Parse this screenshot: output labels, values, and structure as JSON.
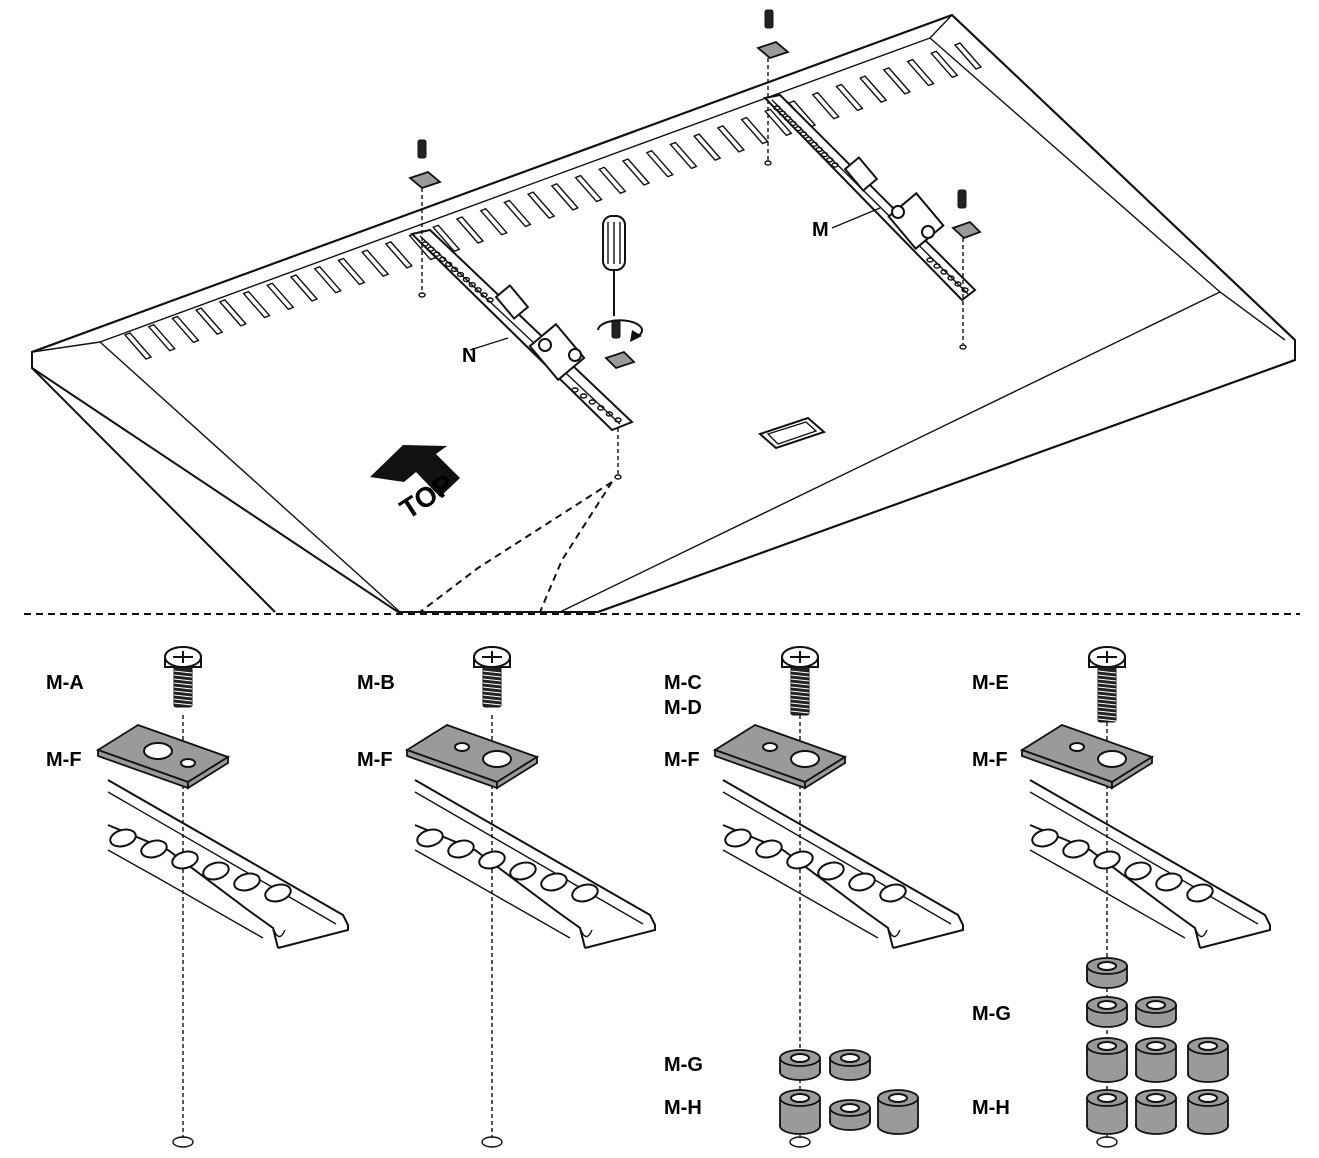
{
  "main_view": {
    "bracket_left_label": "N",
    "bracket_right_label": "M",
    "direction_label": "TOP"
  },
  "options": [
    {
      "bolt_label": "M-A",
      "bolt_label_2": "",
      "plate_label": "M-F",
      "spacer_g_label": "",
      "spacer_h_label": ""
    },
    {
      "bolt_label": "M-B",
      "bolt_label_2": "",
      "plate_label": "M-F",
      "spacer_g_label": "",
      "spacer_h_label": ""
    },
    {
      "bolt_label": "M-C",
      "bolt_label_2": "M-D",
      "plate_label": "M-F",
      "spacer_g_label": "M-G",
      "spacer_h_label": "M-H"
    },
    {
      "bolt_label": "M-E",
      "bolt_label_2": "",
      "plate_label": "M-F",
      "spacer_g_label": "M-G",
      "spacer_h_label": "M-H"
    }
  ],
  "colors": {
    "line": "#111111",
    "part_fill": "#9a9a9a",
    "background": "#ffffff"
  }
}
